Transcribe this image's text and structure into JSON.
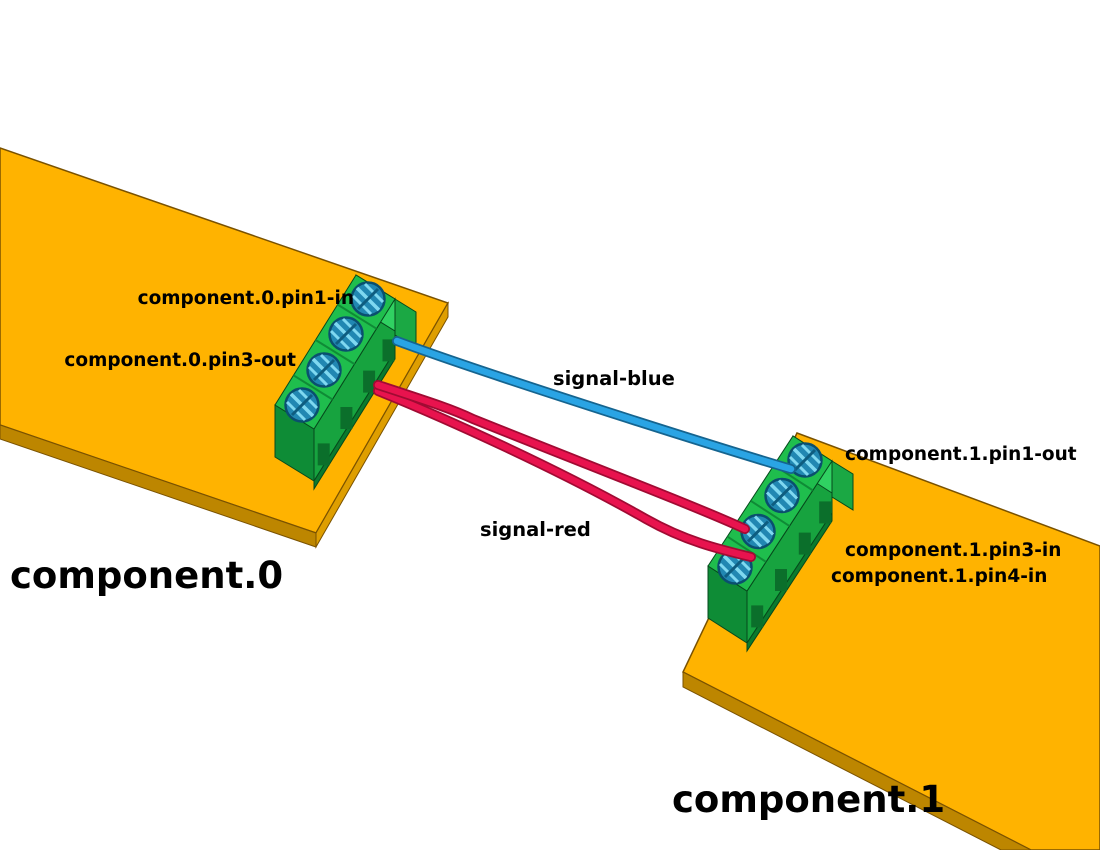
{
  "boards": [
    {
      "label": "component.0",
      "color": "#FFB300"
    },
    {
      "label": "component.1",
      "color": "#FFB300"
    }
  ],
  "pin_labels": [
    {
      "text": "component.0.pin1-in"
    },
    {
      "text": "component.0.pin3-out"
    },
    {
      "text": "component.1.pin1-out"
    },
    {
      "text": "component.1.pin3-in"
    },
    {
      "text": "component.1.pin4-in"
    }
  ],
  "signals": [
    {
      "label": "signal-blue",
      "color": "#2AA4E4"
    },
    {
      "label": "signal-red",
      "color": "#E8134E"
    }
  ],
  "colors": {
    "background": "#FFFFFF",
    "board_top": "#FFB300",
    "board_side_front": "#BD8600",
    "board_side_right": "#DE9E00",
    "connector_top": "#1FBE4D",
    "connector_front": "#17A33F",
    "connector_end_light": "#30D162",
    "connector_end_dark": "#0E8C36",
    "connector_notch": "#0B6F2B",
    "screw": "#2187B2",
    "screw_hatch": "#7FD8F0",
    "text": "#000000"
  }
}
